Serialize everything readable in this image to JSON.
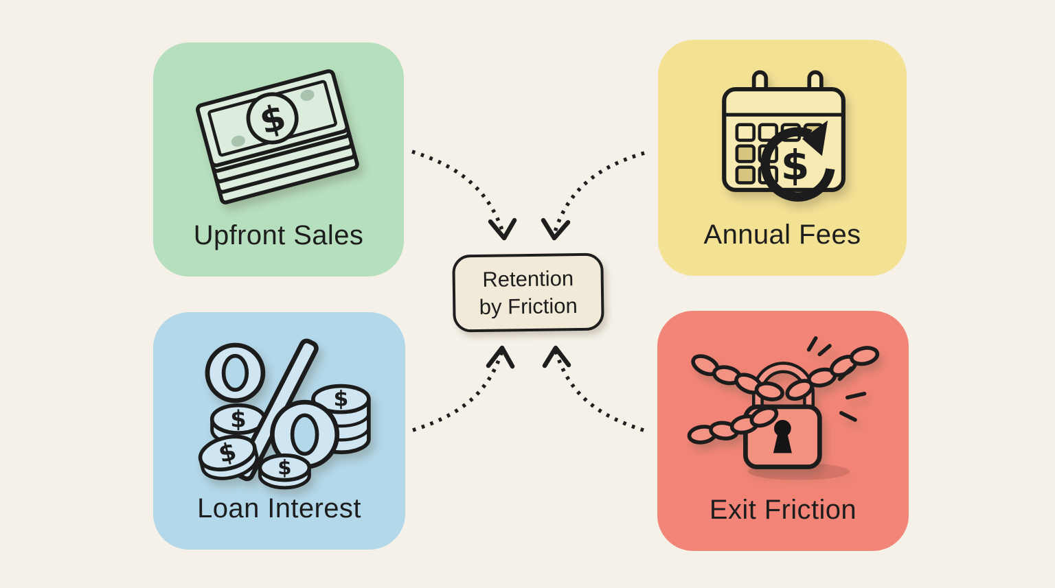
{
  "canvas": {
    "background_color": "#f5f1e8",
    "ink_color": "#1e1e1e"
  },
  "center": {
    "label": "Retention by Friction",
    "lines": [
      "Retention",
      "by Friction"
    ],
    "fill_color": "#f2ead9",
    "border_color": "#1e1e1e"
  },
  "cards": [
    {
      "id": "upfront-sales",
      "label": "Upfront Sales",
      "color": "#b6dfbe",
      "icon": "money-stack-icon",
      "position": "top-left"
    },
    {
      "id": "annual-fees",
      "label": "Annual Fees",
      "color": "#f3e194",
      "icon": "calendar-recurring-dollar-icon",
      "position": "top-right"
    },
    {
      "id": "loan-interest",
      "label": "Loan Interest",
      "color": "#b3d8ea",
      "icon": "percent-coins-icon",
      "position": "bottom-left"
    },
    {
      "id": "exit-friction",
      "label": "Exit Friction",
      "color": "#f28577",
      "icon": "chained-lock-icon",
      "position": "bottom-right"
    }
  ],
  "arrows": {
    "style": "dotted-curve",
    "color": "#1e1e1e",
    "connections": [
      {
        "from": "upfront-sales",
        "to": "center"
      },
      {
        "from": "annual-fees",
        "to": "center"
      },
      {
        "from": "loan-interest",
        "to": "center"
      },
      {
        "from": "exit-friction",
        "to": "center"
      }
    ]
  },
  "glyphs": {
    "dollar": "$"
  }
}
